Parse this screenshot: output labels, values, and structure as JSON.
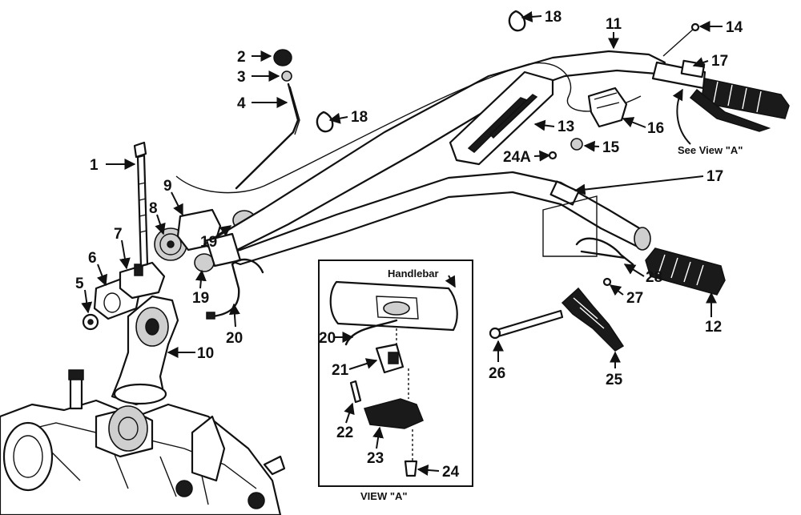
{
  "diagram": {
    "callouts": [
      "1",
      "2",
      "3",
      "4",
      "5",
      "6",
      "7",
      "8",
      "9",
      "10",
      "11",
      "12",
      "13",
      "14",
      "15",
      "16",
      "17",
      "18",
      "19",
      "20",
      "21",
      "22",
      "23",
      "24",
      "24A",
      "25",
      "26",
      "27",
      "28"
    ],
    "view_a_caption": "VIEW \"A\"",
    "view_a_handlebar_label": "Handlebar",
    "see_view_label": "See View \"A\""
  }
}
